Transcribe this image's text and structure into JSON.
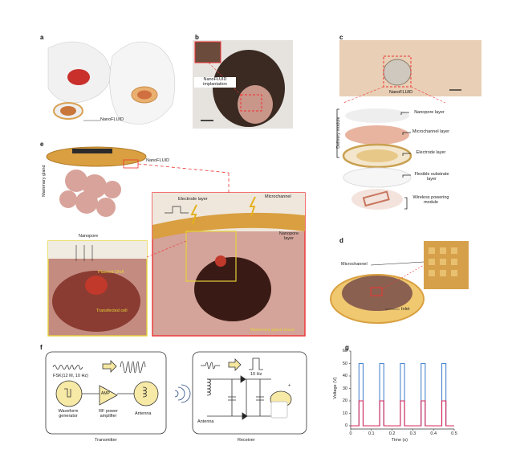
{
  "panels": {
    "a": {
      "label": "a",
      "device": "NanoFLUID"
    },
    "b": {
      "label": "b",
      "callout": "NanoFLUID implantation"
    },
    "c": {
      "label": "c",
      "device": "NanoFLUID",
      "module": "Delivery module",
      "layers": [
        "Nanopore layer",
        "Microchannel layer",
        "Electrode layer",
        "Flexible substrate layer",
        "Wireless powering module"
      ]
    },
    "d": {
      "label": "d",
      "microchannel": "Microchannel",
      "inlet": "Inlet"
    },
    "e": {
      "label": "e",
      "device": "NanoFLUID",
      "tissue_side": "Mammary gland",
      "electrode": "Electrode layer",
      "microchannel": "Microchannel",
      "nanopore_layer": "Nanopore layer",
      "nanopore": "Nanopore",
      "plasmid": "Plasmid DNA",
      "cell": "Transfected cell",
      "tissue": "Mammary gland tissue"
    },
    "f": {
      "label": "f",
      "fsk": "FSK(12 M, 10 Hz)",
      "amp": "AMP",
      "waveform": "Waveform generator",
      "rf": "RF power amplifier",
      "antenna_tx": "Antenna",
      "transmitter": "Transmitter",
      "freq": "10 Hz",
      "antenna_rx": "Antenna",
      "receiver": "Receiver",
      "plus": "+"
    },
    "g": {
      "label": "g"
    }
  },
  "chart_data": {
    "type": "line",
    "xlabel": "Time (s)",
    "ylabel": "Voltage (V)",
    "xlim": [
      0,
      0.5
    ],
    "ylim": [
      0,
      60
    ],
    "xticks": [
      "0",
      "0.1",
      "0.2",
      "0.3",
      "0.4",
      "0.5"
    ],
    "yticks": [
      "0",
      "10",
      "20",
      "30",
      "40",
      "50",
      "60"
    ],
    "pulse_starts": [
      0.04,
      0.14,
      0.24,
      0.34,
      0.44
    ],
    "pulse_width": 0.02,
    "series": [
      {
        "name": "blue",
        "color": "#4a86d0",
        "high": 50,
        "low": 0
      },
      {
        "name": "red",
        "color": "#d8285a",
        "high": 20,
        "low": 0
      }
    ]
  }
}
